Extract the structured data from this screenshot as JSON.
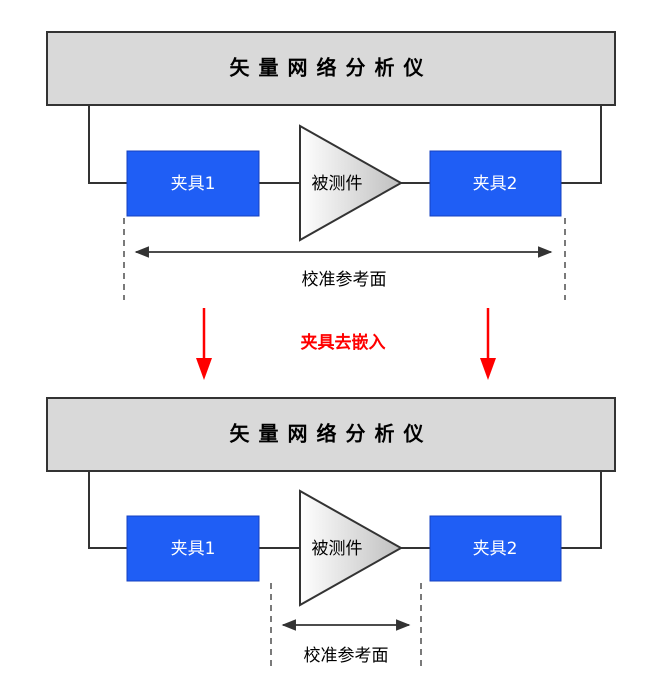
{
  "colors": {
    "vna_fill": "#d9d9d9",
    "fixture_fill": "#1f5ef5",
    "dut_fill_light": "#ffffff",
    "dut_fill_dark": "#bfbfbf",
    "line": "#333333",
    "red_arrow": "#ff0000"
  },
  "top": {
    "vna_label": "矢量网络分析仪",
    "fixture1_label": "夹具1",
    "fixture2_label": "夹具2",
    "dut_label": "被测件",
    "reference_label": "校准参考面"
  },
  "transition": {
    "label": "夹具去嵌入"
  },
  "bottom": {
    "vna_label": "矢量网络分析仪",
    "fixture1_label": "夹具1",
    "fixture2_label": "夹具2",
    "dut_label": "被测件",
    "reference_label": "校准参考面"
  },
  "icons": {
    "dut": "amplifier-triangle-icon",
    "arrow": "down-arrow-icon"
  }
}
